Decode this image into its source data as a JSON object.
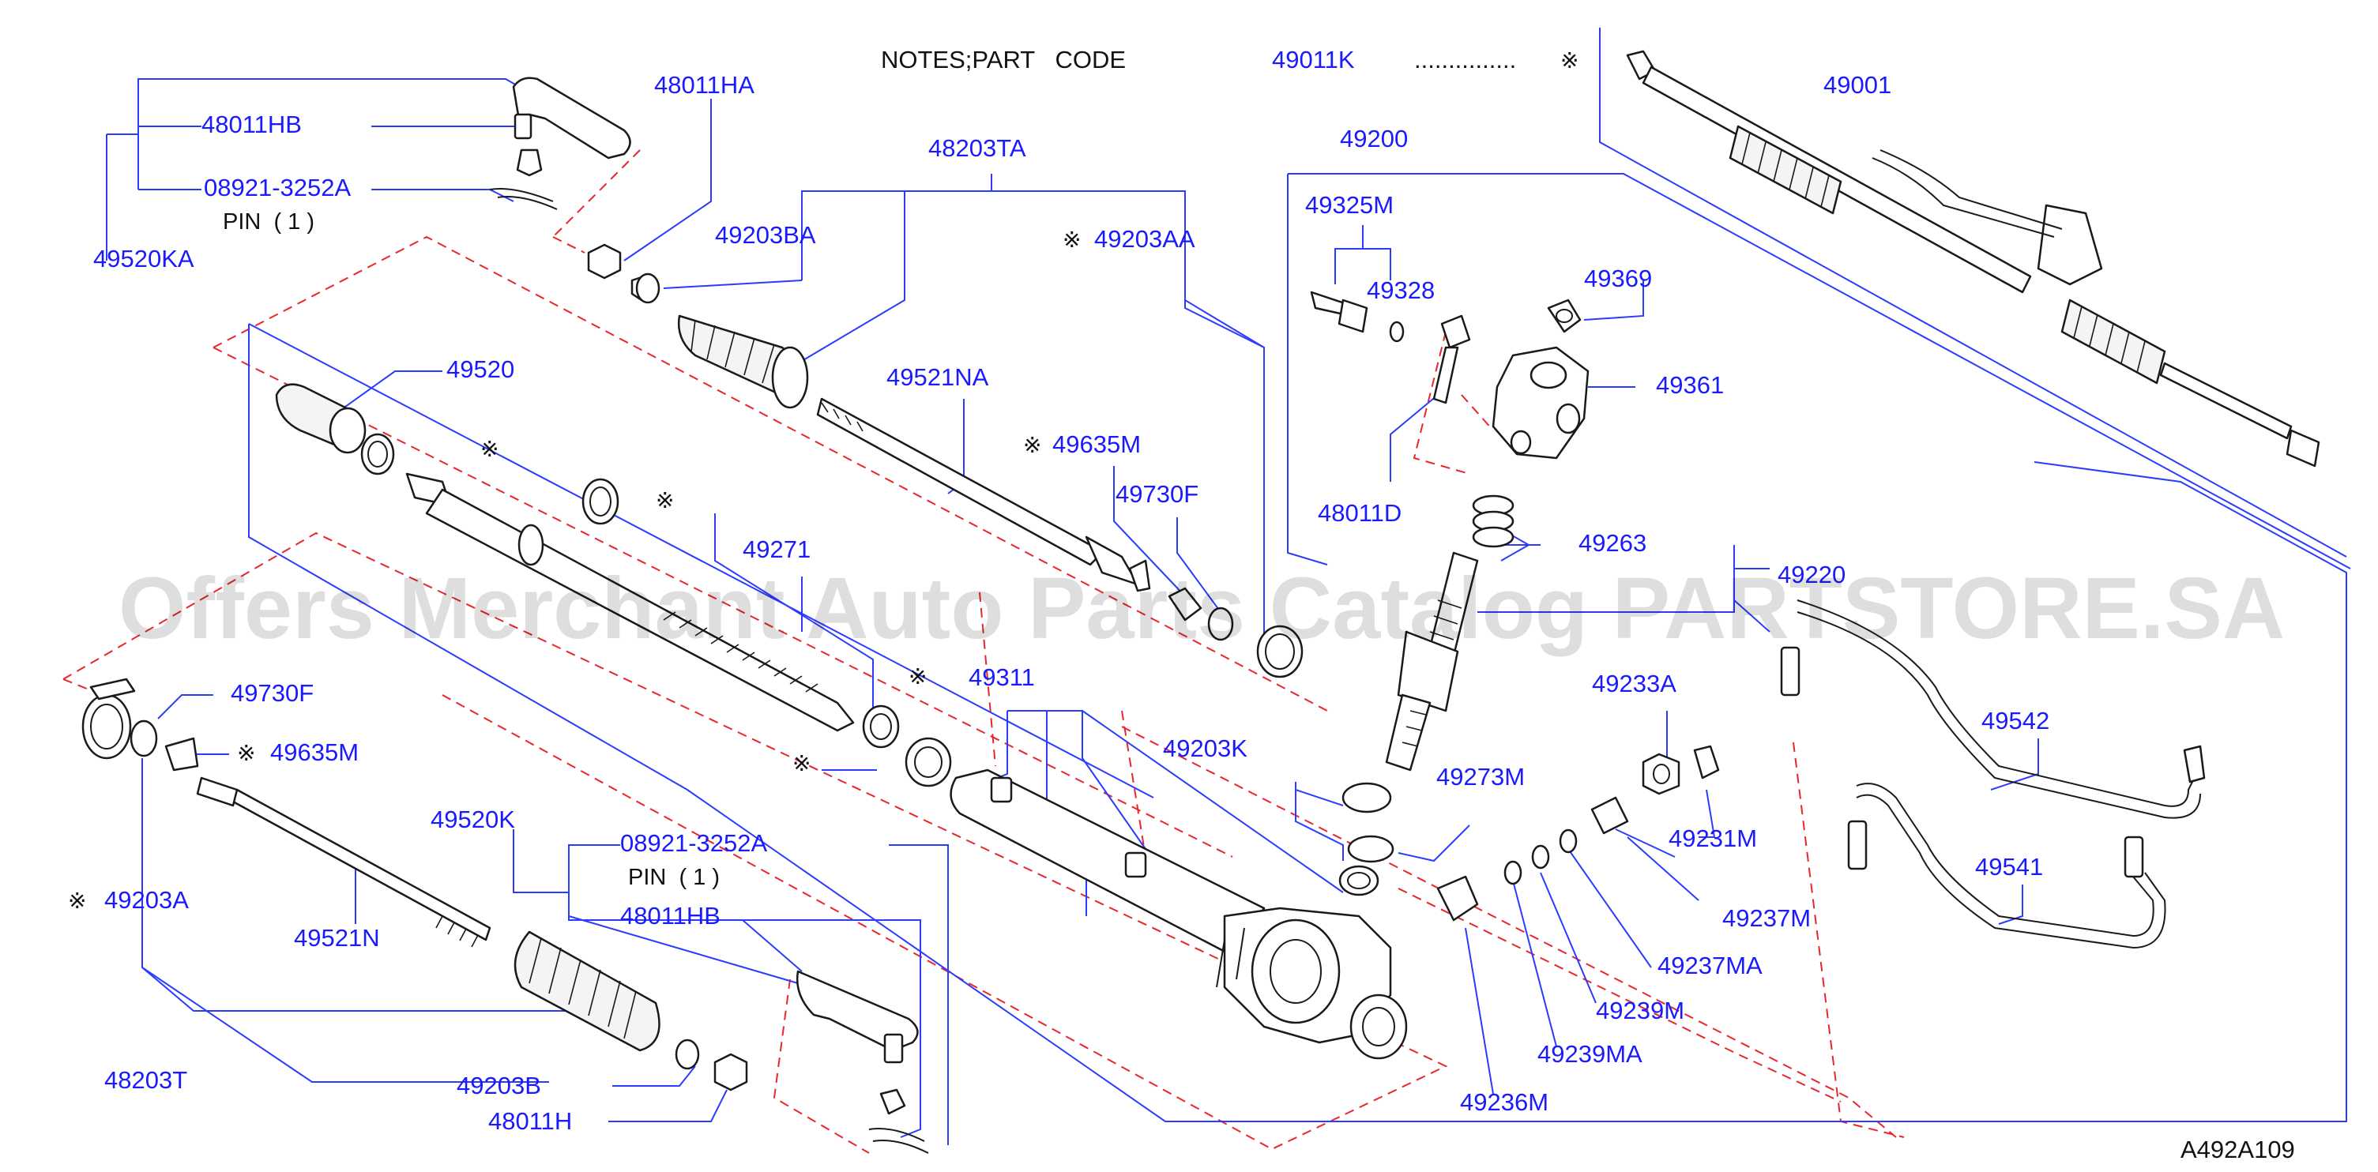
{
  "notes": {
    "title": "NOTES;PART   CODE",
    "code": "49011K",
    "dots": "...............",
    "symbol": "※"
  },
  "diagram_code": "A492A109",
  "watermark": "Offers Merchant Auto Parts Catalog PARTSTORE.SA",
  "parts": {
    "p48011HA": "48011HA",
    "p48011HB_top": "48011HB",
    "p08921_top": "08921-3252A",
    "pin_top": "PIN  ( 1 )",
    "p49520KA": "49520KA",
    "p48203TA": "48203TA",
    "p49203BA": "49203BA",
    "p49203AA": "49203AA",
    "p49520": "49520",
    "p49521NA": "49521NA",
    "p49635M_top": "49635M",
    "p49730F_top": "49730F",
    "p49271": "49271",
    "p49311": "49311",
    "p49203K": "49203K",
    "p49730F_left": "49730F",
    "p49635M_left": "49635M",
    "p49203A": "49203A",
    "p49521N": "49521N",
    "p49520K": "49520K",
    "p08921_bot": "08921-3252A",
    "pin_bot": "PIN  ( 1 )",
    "p48011HB_bot": "48011HB",
    "p48203T": "48203T",
    "p49203B": "49203B",
    "p48011H": "48011H",
    "p49200": "49200",
    "p49325M": "49325M",
    "p49328": "49328",
    "p49369": "49369",
    "p49361": "49361",
    "p48011D": "48011D",
    "p49263": "49263",
    "p49220": "49220",
    "p49233A": "49233A",
    "p49273M": "49273M",
    "p49231M": "49231M",
    "p49237M": "49237M",
    "p49237MA": "49237MA",
    "p49239M": "49239M",
    "p49239MA": "49239MA",
    "p49236M": "49236M",
    "p49542": "49542",
    "p49541": "49541",
    "p49001": "49001"
  }
}
